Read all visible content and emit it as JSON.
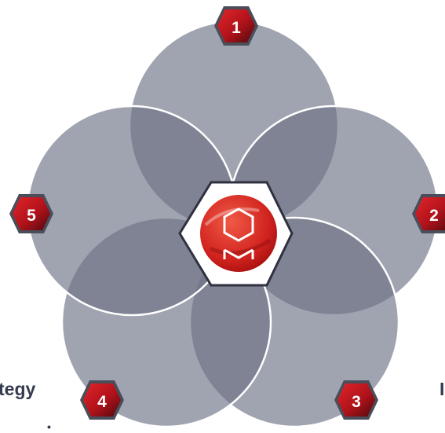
{
  "badges": [
    "1",
    "2",
    "3",
    "4",
    "5"
  ],
  "side_texts": {
    "left": "tegy",
    "left_fragment": "•",
    "right": "I"
  },
  "colors": {
    "circle_fill": "#7c8093",
    "circle_stroke": "#ffffff",
    "badge_red": "#c0141b",
    "badge_dark": "#5b0c10",
    "hex_gray": "#4a4d5a",
    "center_fill": "#ffffff",
    "center_stroke": "#333544",
    "logo_red": "#e03a33"
  },
  "icons": {
    "center": "hexagon-logo-icon"
  }
}
